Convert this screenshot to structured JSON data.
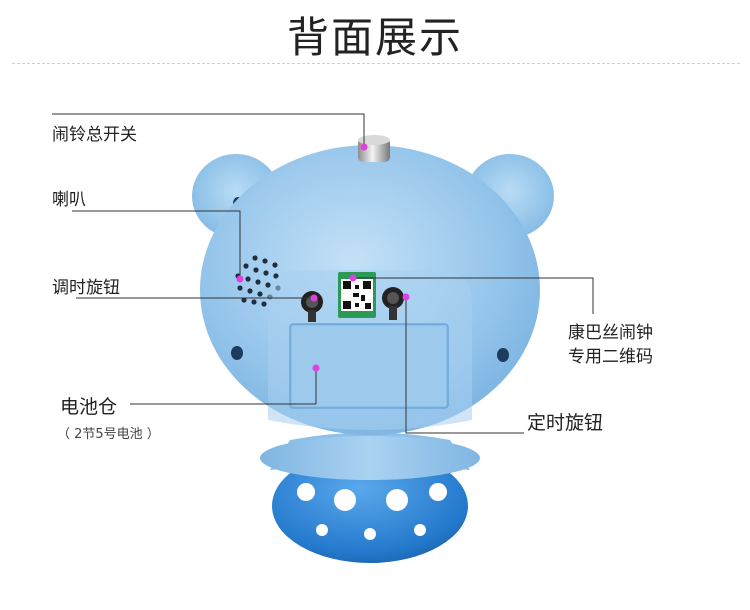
{
  "page": {
    "title": "背面展示"
  },
  "labels": {
    "alarm_switch": "闹铃总开关",
    "speaker": "喇叭",
    "time_knob": "调时旋钮",
    "battery": "电池仓",
    "battery_note": "（ 2节5号电池 ）",
    "qr_line1": "康巴丝闹钟",
    "qr_line2": "专用二维码",
    "timer_knob": "定时旋钮"
  },
  "colors": {
    "body": "#9cc9ec",
    "base": "#2f86d6",
    "marker": "#e040e0"
  }
}
